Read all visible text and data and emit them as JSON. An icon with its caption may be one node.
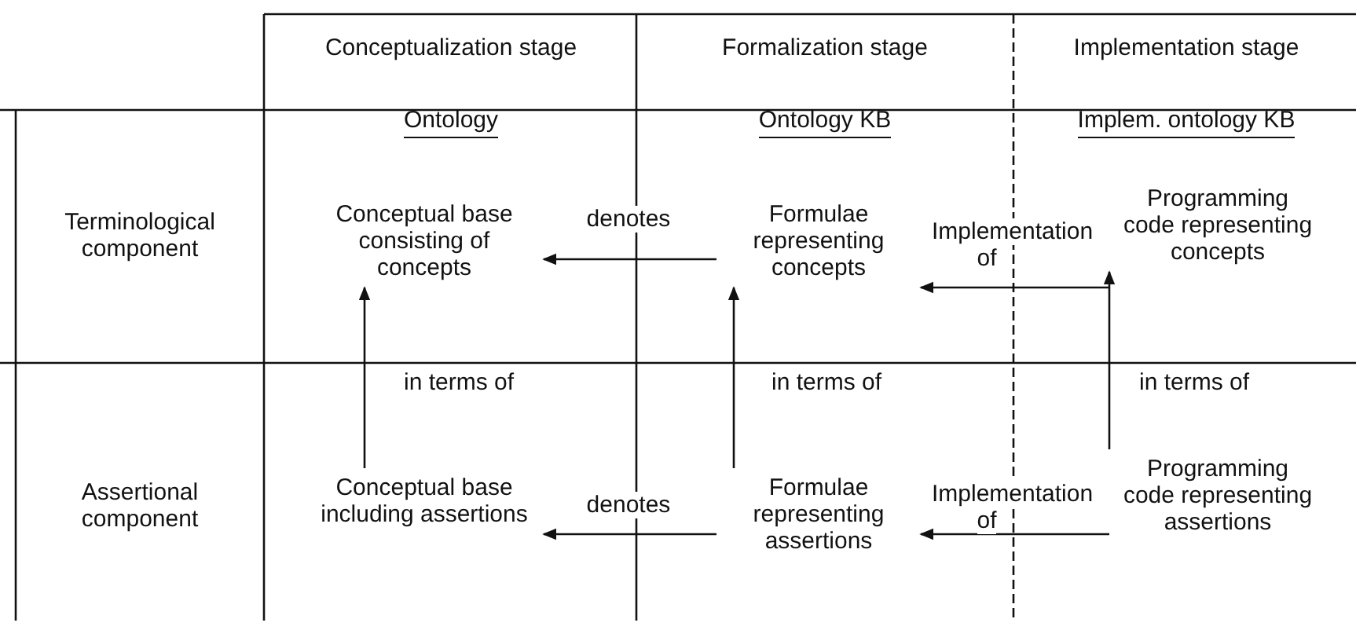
{
  "diagram": {
    "nodes": [
      {
        "text": [
          "Conceptual base consisting of concepts"
        ]
      },
      {
        "text": [
          "Formulae representing concepts"
        ]
      },
      {
        "text": [
          "Programming code representing concepts"
        ]
      },
      {
        "text": [
          "Conceptual base including assertions"
        ]
      },
      {
        "text": [
          "Formulae representing assertions"
        ]
      },
      {
        "text": [
          "Programming code representing assertions"
        ]
      }
    ],
    "edges": [
      {
        "from": 1,
        "to": 0,
        "arrow": "to",
        "label": "denotes"
      },
      {
        "from": 2,
        "to": 1,
        "arrow": "to",
        "label": "Implementation of"
      },
      {
        "from": 3,
        "to": 0,
        "arrow": "to",
        "label": "in terms of"
      },
      {
        "from": 4,
        "to": 1,
        "arrow": "to",
        "label": "in terms of"
      },
      {
        "from": 5,
        "to": 2,
        "arrow": "to",
        "label": "in terms of"
      },
      {
        "from": 4,
        "to": 3,
        "arrow": "to",
        "label": "denotes"
      },
      {
        "from": 5,
        "to": 4,
        "arrow": "to",
        "label": "Implementation of"
      }
    ],
    "labels": [
      "Conceptualization stage",
      "Formalization stage",
      "Implementation stage",
      "Ontology",
      "Ontology KB",
      "Implem. ontology KB",
      "Terminological component",
      "Assertional component"
    ]
  }
}
